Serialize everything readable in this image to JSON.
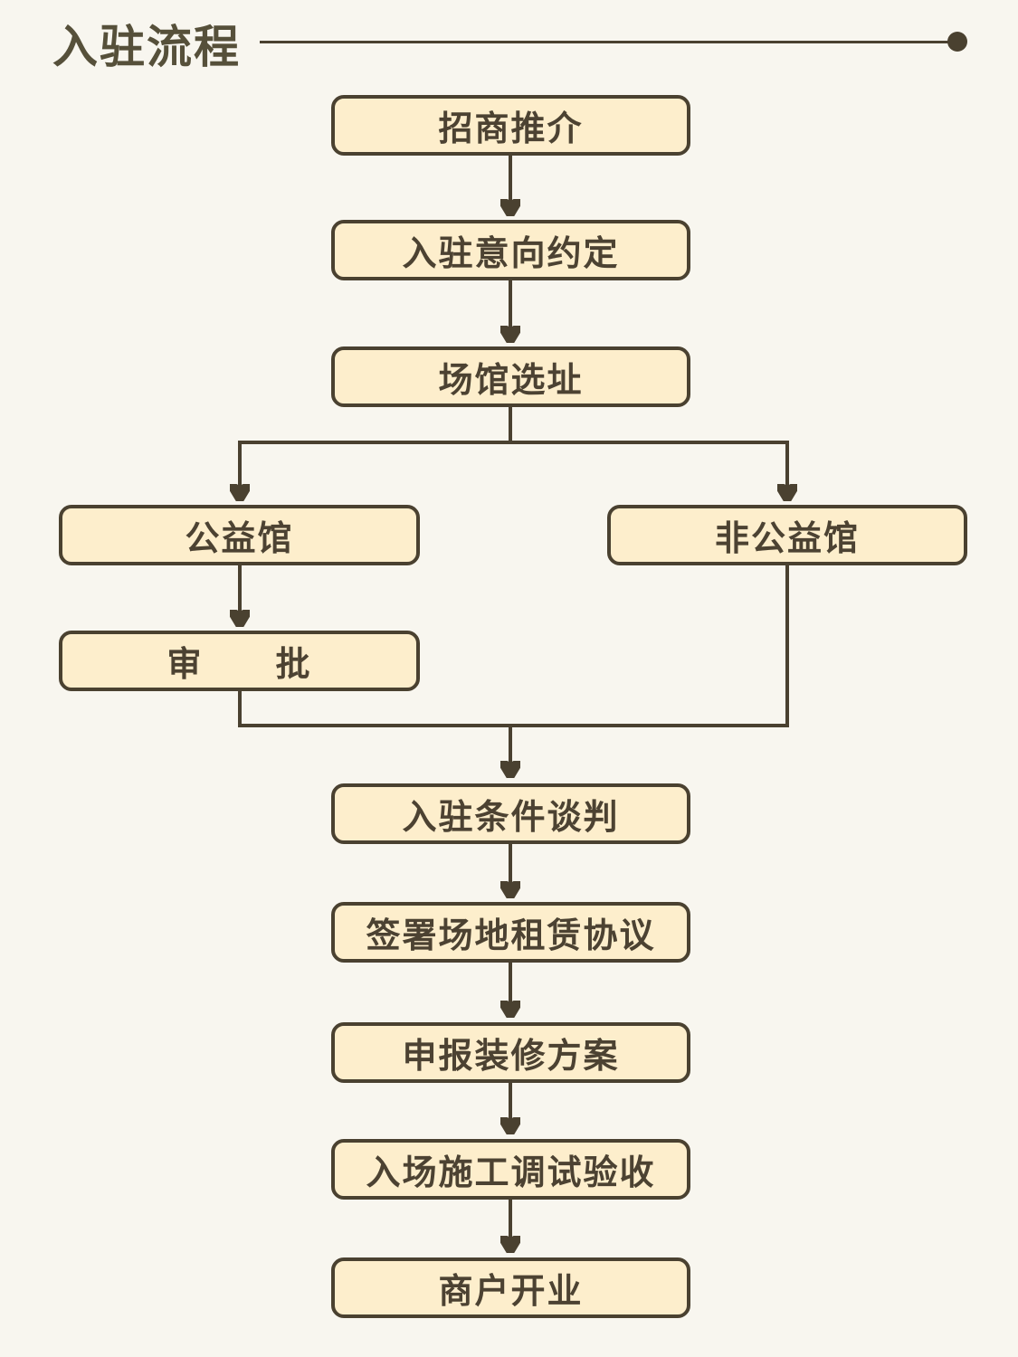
{
  "page": {
    "title": "入驻流程"
  },
  "theme": {
    "background": "#F8F6EF",
    "node_fill": "#FDEECC",
    "node_border": "#4A4130",
    "connector_color": "#4A4130",
    "text_color": "#4C4232",
    "title_color": "#56503A"
  },
  "flowchart": {
    "nodes": [
      {
        "id": "zhaoshang-tuijie",
        "label": "招商推介"
      },
      {
        "id": "ruzhu-yixiang-yueding",
        "label": "入驻意向约定"
      },
      {
        "id": "changguan-xuanzhi",
        "label": "场馆选址"
      },
      {
        "id": "gongyi-guan",
        "label": "公益馆"
      },
      {
        "id": "fei-gongyi-guan",
        "label": "非公益馆"
      },
      {
        "id": "shen-pi",
        "label": "审　　批"
      },
      {
        "id": "ruzhu-tiaojian-tanpan",
        "label": "入驻条件谈判"
      },
      {
        "id": "qianshu-changdi-zulin-xieyi",
        "label": "签署场地租赁协议"
      },
      {
        "id": "shenbao-zhuangxiu-fangan",
        "label": "申报装修方案"
      },
      {
        "id": "ruchang-shigong-tiaoshi-yanshou",
        "label": "入场施工调试验收"
      },
      {
        "id": "shanghu-kaiye",
        "label": "商户开业"
      }
    ],
    "edges": [
      {
        "from": "招商推介",
        "to": "入驻意向约定"
      },
      {
        "from": "入驻意向约定",
        "to": "场馆选址"
      },
      {
        "from": "场馆选址",
        "to": "公益馆"
      },
      {
        "from": "场馆选址",
        "to": "非公益馆"
      },
      {
        "from": "公益馆",
        "to": "审批"
      },
      {
        "from": "审批",
        "to": "入驻条件谈判"
      },
      {
        "from": "非公益馆",
        "to": "入驻条件谈判"
      },
      {
        "from": "入驻条件谈判",
        "to": "签署场地租赁协议"
      },
      {
        "from": "签署场地租赁协议",
        "to": "申报装修方案"
      },
      {
        "from": "申报装修方案",
        "to": "入场施工调试验收"
      },
      {
        "from": "入场施工调试验收",
        "to": "商户开业"
      }
    ]
  }
}
